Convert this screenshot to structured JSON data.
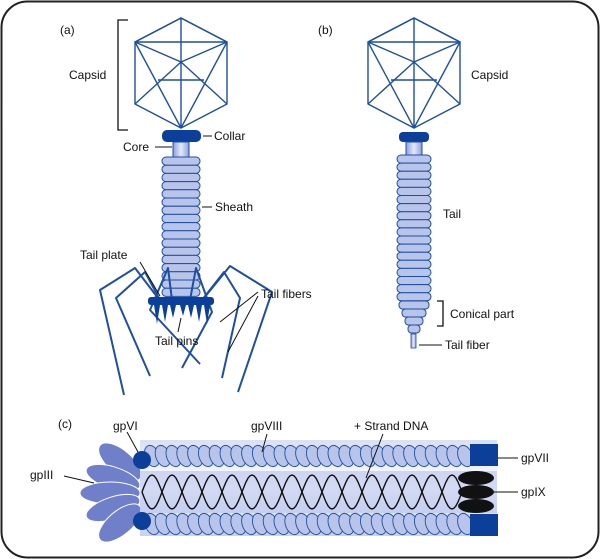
{
  "colors": {
    "outline": "#1f4fa0",
    "dark_blue": "#0b3f9a",
    "fill_light": "#b8c4ea",
    "fill_mid": "#7f92d6",
    "petal": "#6f7fc9",
    "black_ellipse": "#111111",
    "frame": "#222222"
  },
  "panel_a": {
    "label": "(a)",
    "capsid": "Capsid",
    "collar": "Collar",
    "core": "Core",
    "sheath": "Sheath",
    "tail_plate": "Tail plate",
    "tail_fibers": "Tail fibers",
    "tail_pins": "Tail pins"
  },
  "panel_b": {
    "label": "(b)",
    "capsid": "Capsid",
    "tail": "Tail",
    "conical_part": "Conical part",
    "tail_fiber": "Tail fiber"
  },
  "panel_c": {
    "label": "(c)",
    "gpVI": "gpVI",
    "gpVIII": "gpVIII",
    "strand_dna": "+ Strand DNA",
    "gpIII": "gpIII",
    "gpVII": "gpVII",
    "gpIX": "gpIX"
  }
}
